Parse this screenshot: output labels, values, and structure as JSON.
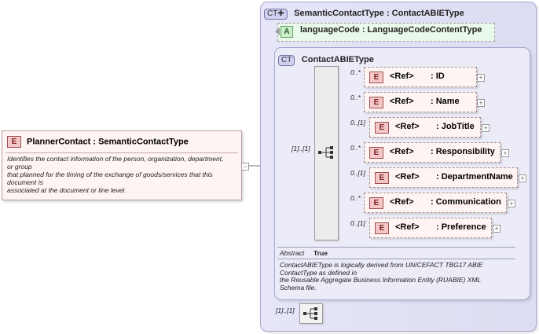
{
  "outer_type": {
    "badge": "CT",
    "title": "SemanticContactType : ContactABIEType"
  },
  "attribute": {
    "badge": "A",
    "text": "languageCode : LanguageCodeContentType"
  },
  "inner_type": {
    "badge": "CT",
    "title": "ContactABIEType"
  },
  "planner": {
    "badge": "E",
    "title": "PlannerContact : SemanticContactType",
    "doc": [
      "Identifies the contact information of the person, organization, department,",
      "or group",
      "that planned for the timing of the exchange of goods/services that this",
      "document is",
      "associated at the document or line level."
    ],
    "collapse_symbol": "−"
  },
  "sequence_cardinality": "[1]..[1]",
  "children": [
    {
      "badge": "E",
      "ref": "<Ref>",
      "name": ": ID",
      "cardinality": "0..*",
      "expand": "+"
    },
    {
      "badge": "E",
      "ref": "<Ref>",
      "name": ": Name",
      "cardinality": "0..*",
      "expand": "+"
    },
    {
      "badge": "E",
      "ref": "<Ref>",
      "name": ": JobTitle",
      "cardinality": "0..[1]",
      "expand": "+"
    },
    {
      "badge": "E",
      "ref": "<Ref>",
      "name": ": Responsibility",
      "cardinality": "0..*",
      "expand": "+"
    },
    {
      "badge": "E",
      "ref": "<Ref>",
      "name": ": DepartmentName",
      "cardinality": "0..[1]",
      "expand": "+"
    },
    {
      "badge": "E",
      "ref": "<Ref>",
      "name": ": Communication",
      "cardinality": "0..*",
      "expand": "+"
    },
    {
      "badge": "E",
      "ref": "<Ref>",
      "name": ": Preference",
      "cardinality": "0..[1]",
      "expand": "+"
    }
  ],
  "abstract": {
    "key": "Abstract",
    "value": "True"
  },
  "inner_doc": [
    "ContactABIEType is logically derived from UN/CEFACT TBG17 ABIE",
    "ContactType as defined in",
    "the Reusable Aggregate Business Information Entity (RUABIE) XML",
    "Schema file."
  ],
  "bottom_cardinality": "[1]..[1]",
  "icons": {
    "outer_badge_icon": "complex-type-plus-icon",
    "sequence_icon": "sequence-compositor-icon"
  }
}
